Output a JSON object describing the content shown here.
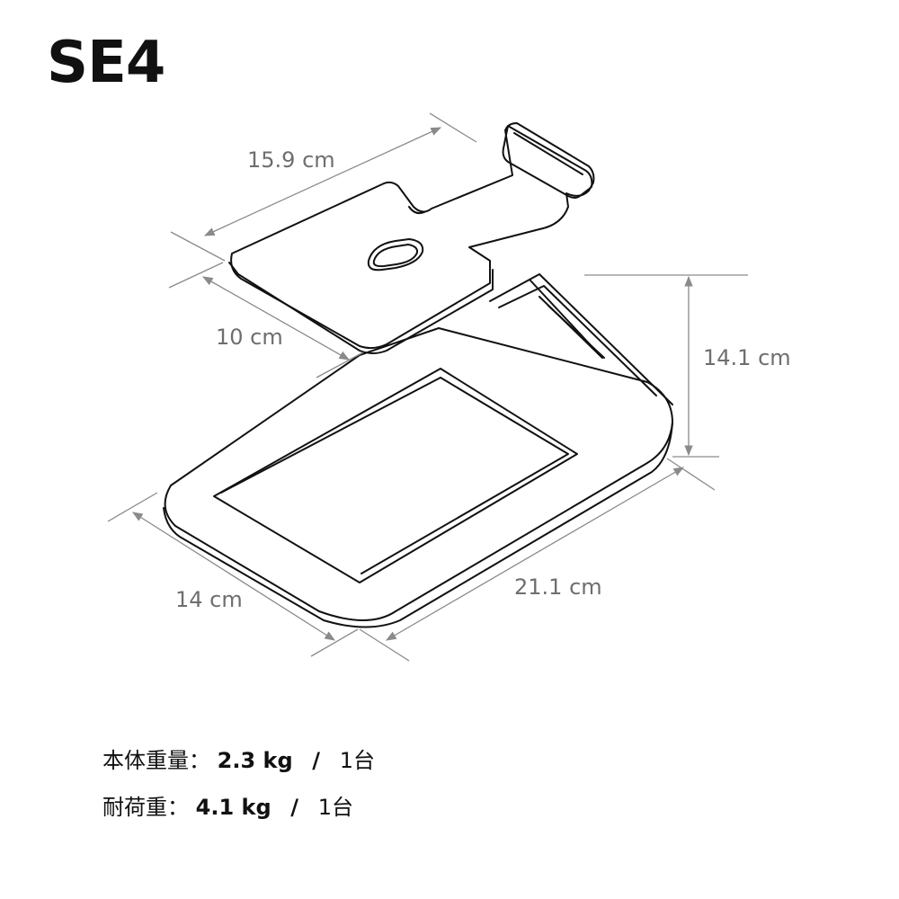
{
  "title": "SE4",
  "dimensions": {
    "top_plate_length": "15.9 cm",
    "top_plate_width": "10 cm",
    "height": "14.1 cm",
    "base_width": "14 cm",
    "base_length": "21.1 cm"
  },
  "specs": [
    {
      "label": "本体重量：",
      "value": "2.3 kg",
      "separator": "/",
      "unit": "1台"
    },
    {
      "label": "耐荷重：",
      "value": "4.1 kg",
      "separator": "/",
      "unit": "1台"
    }
  ],
  "colors": {
    "line": "#111111",
    "dimension": "#8a8a8a",
    "text": "#111111",
    "dimension_text": "#6e6e6e"
  }
}
